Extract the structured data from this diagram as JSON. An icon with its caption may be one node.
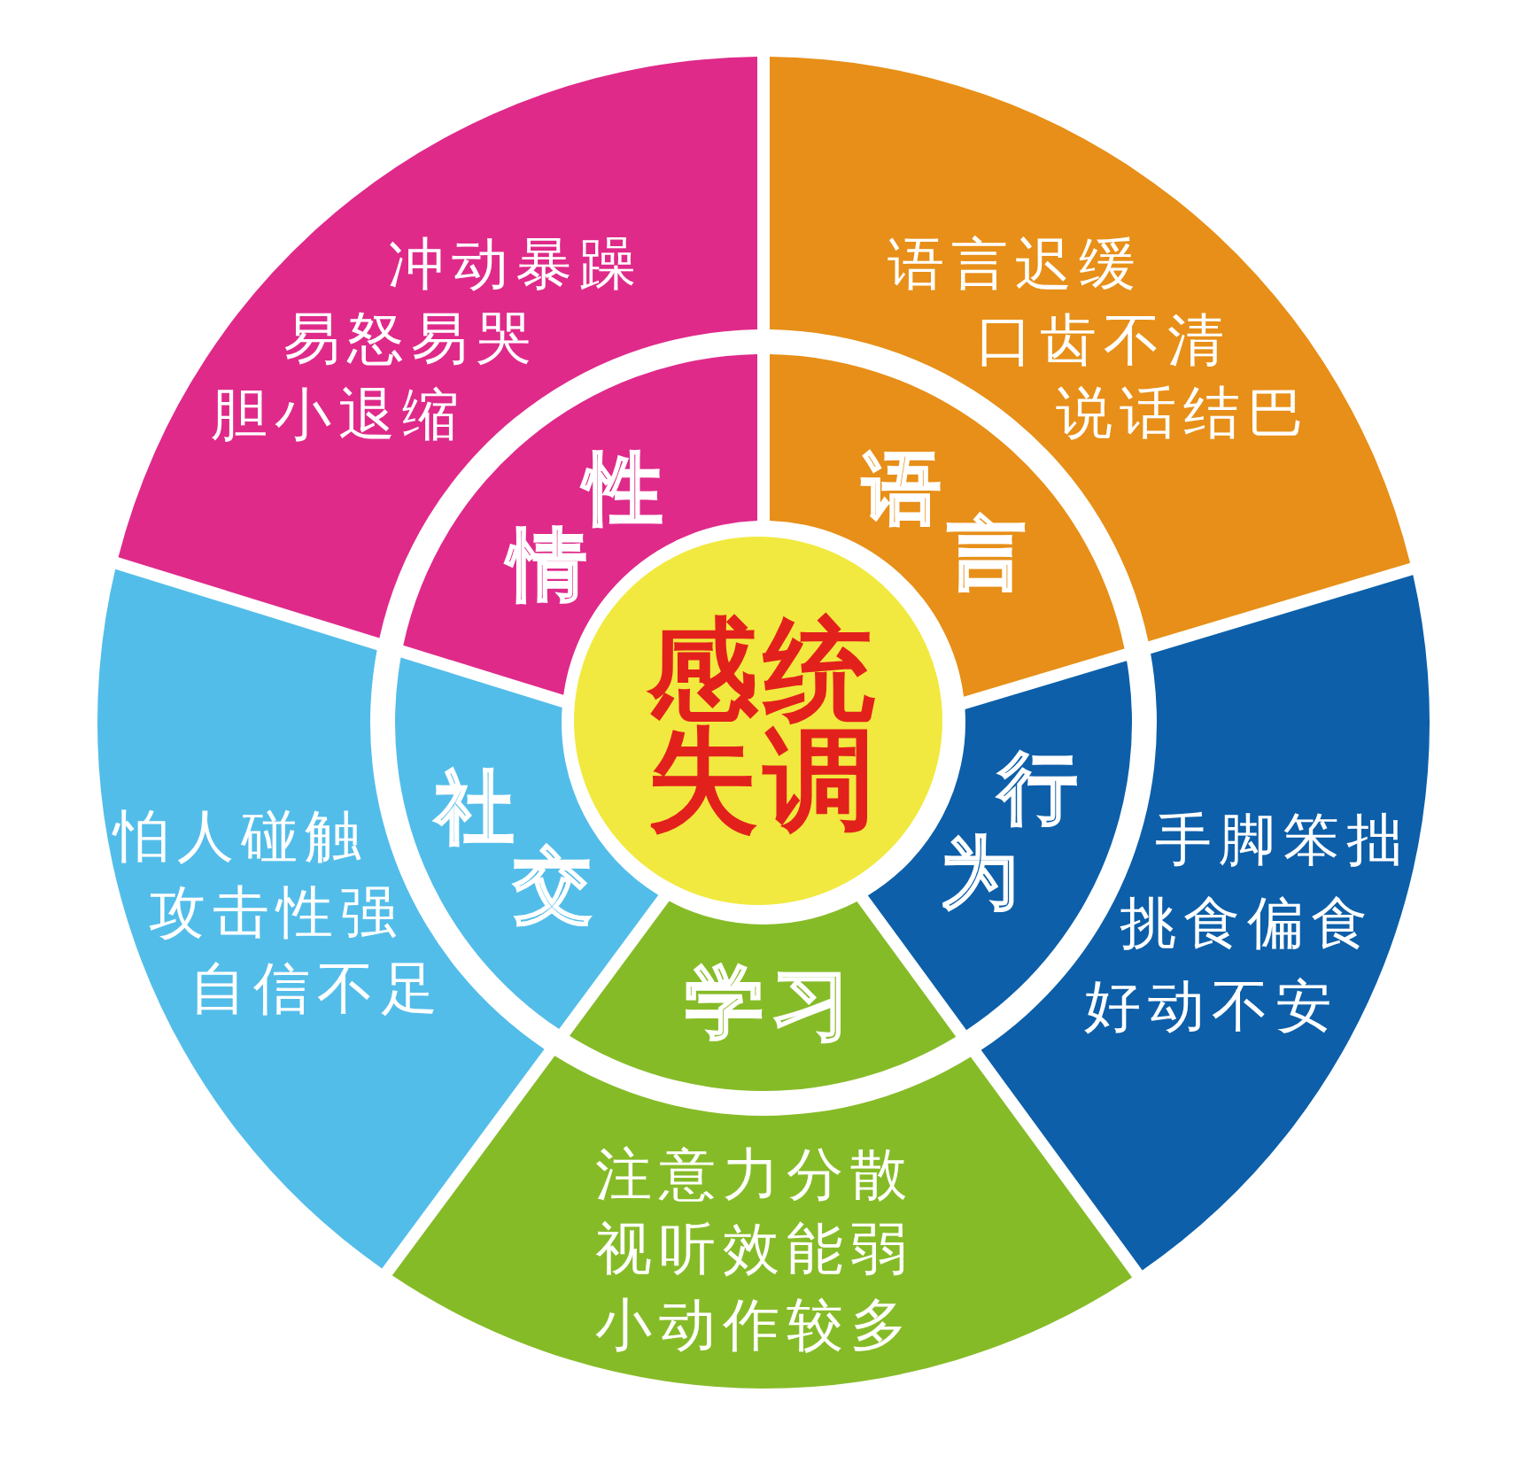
{
  "diagram": {
    "nodes": [
      {
        "text": [
          "感统失调"
        ]
      },
      {
        "text": [
          "性情"
        ]
      },
      {
        "text": [
          "语言"
        ]
      },
      {
        "text": [
          "行为"
        ]
      },
      {
        "text": [
          "学习"
        ]
      },
      {
        "text": [
          "社交"
        ]
      },
      {
        "text": [
          "冲动暴躁",
          "易怒易哭",
          "胆小退缩"
        ]
      },
      {
        "text": [
          "语言迟缓",
          "口齿不清",
          "说话结巴"
        ]
      },
      {
        "text": [
          "手脚笨拙",
          "挑食偏食",
          "好动不安"
        ]
      },
      {
        "text": [
          "注意力分散",
          "视听效能弱",
          "小动作较多"
        ]
      },
      {
        "text": [
          "怕人碰触",
          "攻击性强",
          "自信不足"
        ]
      }
    ]
  }
}
